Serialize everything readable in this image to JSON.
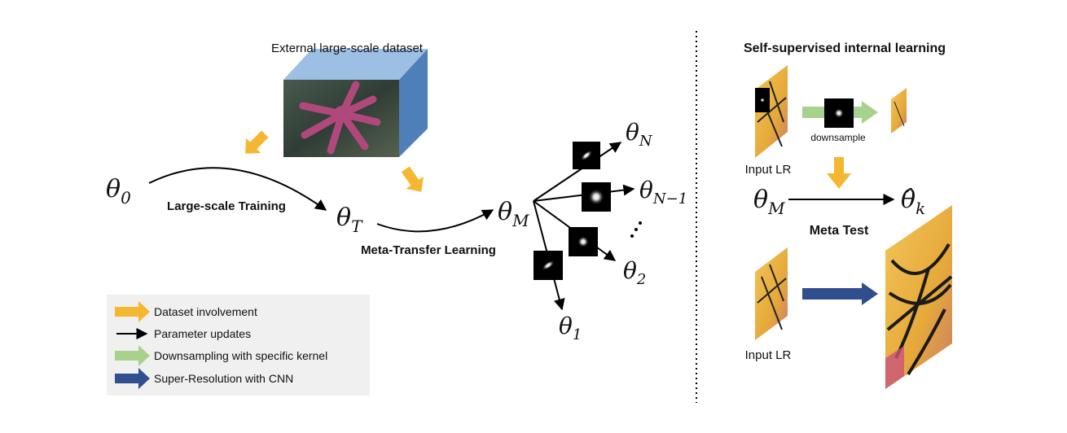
{
  "dataset_label": "External large-scale dataset",
  "theta_0": "θ",
  "theta_0_sub": "0",
  "theta_T": "θ",
  "theta_T_sub": "T",
  "theta_M": "θ",
  "theta_M_sub": "M",
  "theta_N": "θ",
  "theta_N_sub": "N",
  "theta_N1": "θ",
  "theta_N1_sub": "N−1",
  "theta_2": "θ",
  "theta_2_sub": "2",
  "theta_1": "θ",
  "theta_1_sub": "1",
  "large_scale_training": "Large-scale Training",
  "meta_transfer_learning": "Meta-Transfer Learning",
  "legend": {
    "dataset_involvement": "Dataset involvement",
    "parameter_updates": "Parameter updates",
    "downsampling": "Downsampling with specific kernel",
    "super_resolution": "Super-Resolution with CNN"
  },
  "right": {
    "title": "Self-supervised internal learning",
    "input_lr_top": "Input LR",
    "downsample": "downsample",
    "theta_M": "θ",
    "theta_M_sub": "M",
    "theta_hat": "θ̂",
    "theta_hat_sub": "k",
    "meta_test": "Meta Test",
    "input_lr_bottom": "Input LR"
  },
  "colors": {
    "dataset_arrow": "#f5b731",
    "param_arrow": "#000000",
    "downsample_arrow": "#a9d18e",
    "sr_arrow": "#2f4f8f",
    "legend_bg": "#f0f0f0",
    "cube_top": "#9dbfe4",
    "cube_side": "#4f7fb8"
  }
}
